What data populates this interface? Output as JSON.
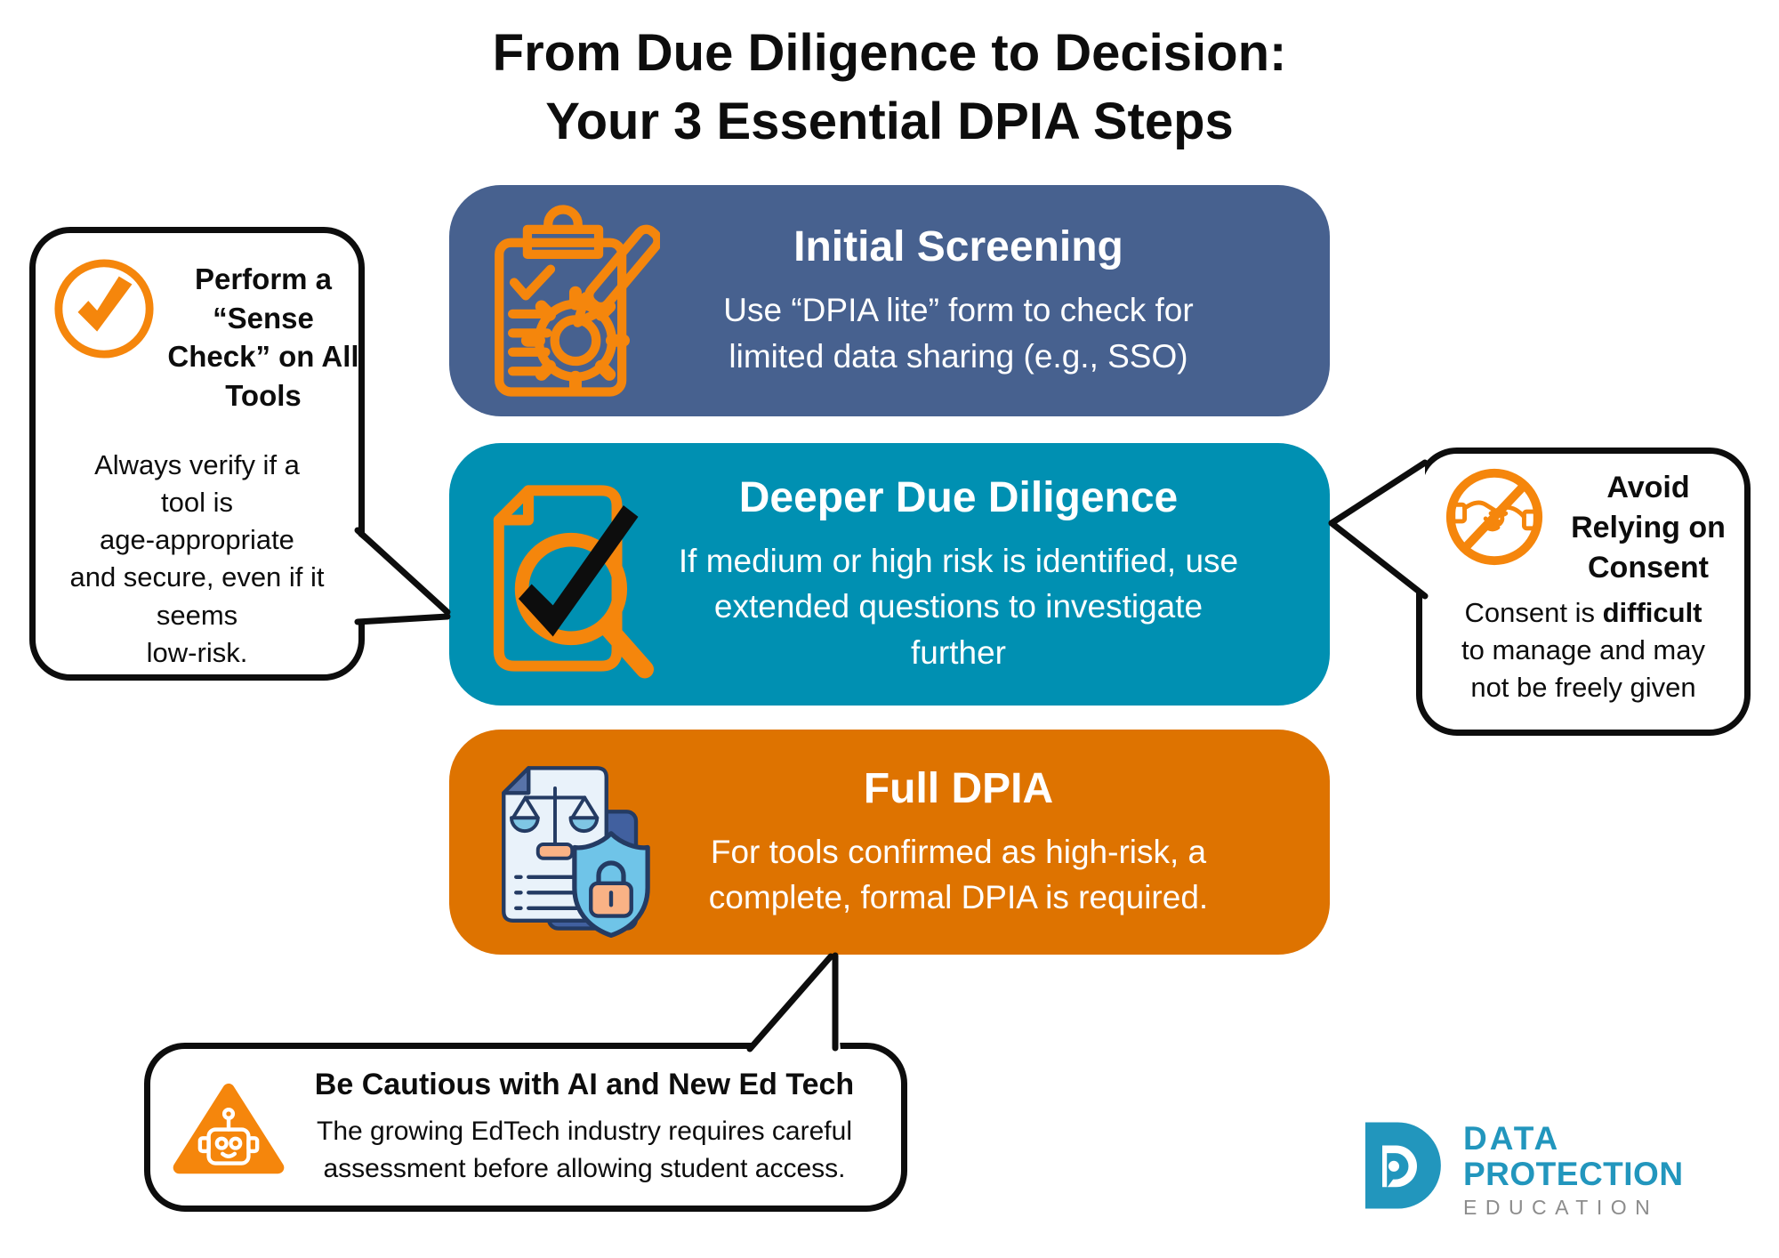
{
  "title": {
    "line1": "From Due Diligence to Decision:",
    "line2": "Your 3 Essential DPIA Steps"
  },
  "steps": [
    {
      "heading": "Initial Screening",
      "body": [
        "Use “DPIA lite” form to check for",
        "limited data sharing (e.g., SSO)"
      ],
      "icon": "clipboard-gear-pencil-icon",
      "bg": "#47618f"
    },
    {
      "heading": "Deeper Due Diligence",
      "body": [
        "If medium or high risk is identified, use",
        "extended questions to investigate",
        "further"
      ],
      "icon": "document-magnifier-check-icon",
      "bg": "#0090b2"
    },
    {
      "heading": "Full DPIA",
      "body": [
        "For tools confirmed as high-risk, a",
        "complete, formal DPIA is required."
      ],
      "icon": "document-scales-shield-lock-icon",
      "bg": "#de7300"
    }
  ],
  "callouts": {
    "sense_check": {
      "heading": [
        "Perform a",
        "“Sense",
        "Check” on All",
        "Tools"
      ],
      "body": [
        "Always verify if a",
        "tool is",
        "age-appropriate",
        "and secure, even if it",
        "seems",
        "low-risk."
      ],
      "icon": "check-circle-icon"
    },
    "consent": {
      "heading": [
        "Avoid",
        "Relying on",
        "Consent"
      ],
      "body_prefix": "Consent is ",
      "body_bold": "difficult",
      "body_rest": [
        "",
        "to manage and may",
        "not be freely given"
      ],
      "icon": "no-handshake-icon"
    },
    "ai_caution": {
      "heading": "Be Cautious with AI and New Ed Tech",
      "body": [
        "The growing EdTech industry requires careful",
        "assessment before allowing student access."
      ],
      "icon": "robot-warning-icon"
    }
  },
  "logo": {
    "line1": "DATA",
    "line2": "PROTECTION",
    "line3": "EDUCATION"
  },
  "colors": {
    "step1_bg": "#47618f",
    "step2_bg": "#0090b2",
    "step3_bg": "#de7300",
    "icon_orange": "#f5860c",
    "outline_black": "#0d0d0d",
    "box_text": "#ffffff",
    "logo_teal": "#2296bd",
    "logo_gray": "#8c8c8c"
  }
}
